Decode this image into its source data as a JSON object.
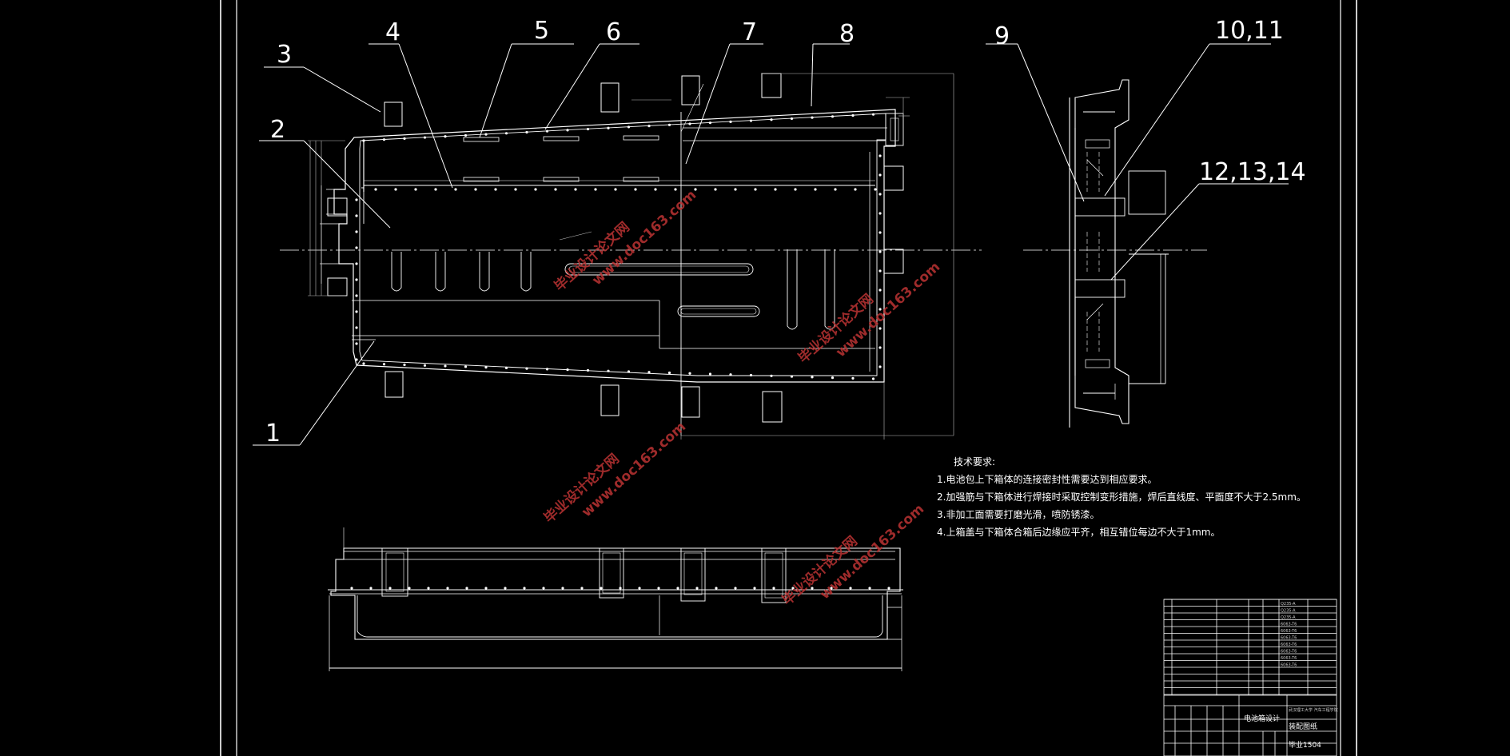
{
  "balloons": [
    "1",
    "2",
    "3",
    "4",
    "5",
    "6",
    "7",
    "8",
    "9",
    "10,11",
    "12,13,14"
  ],
  "tech_requirements": {
    "title": "技术要求:",
    "items": [
      "1.电池包上下箱体的连接密封性需要达到相应要求。",
      "2.加强筋与下箱体进行焊接时采取控制变形措施，焊后直线度、平面度不大于2.5mm。",
      "3.非加工面需要打磨光滑，喷防锈漆。",
      "4.上箱盖与下箱体合箱后边缘应平齐，相互错位每边不大于1mm。"
    ]
  },
  "watermarks": [
    {
      "site": "www.doc163.com",
      "name": "毕业设计论文网"
    }
  ],
  "title_block": {
    "drawing_name": "电池箱设计",
    "school": "武汉理工大学 汽车工程学院",
    "view": "装配图纸",
    "number": "毕业1504",
    "materials": [
      "Q235-A",
      "Q235-A",
      "Q235-A",
      "6063-T6",
      "6063-T6",
      "6063-T6",
      "6063-T6",
      "6063-T6",
      "6063-T6",
      "6063-T6"
    ]
  },
  "colors": {
    "background": "#000000",
    "line": "#ffffff",
    "dim": "#bbbbbb",
    "watermark": "#bb3333"
  }
}
